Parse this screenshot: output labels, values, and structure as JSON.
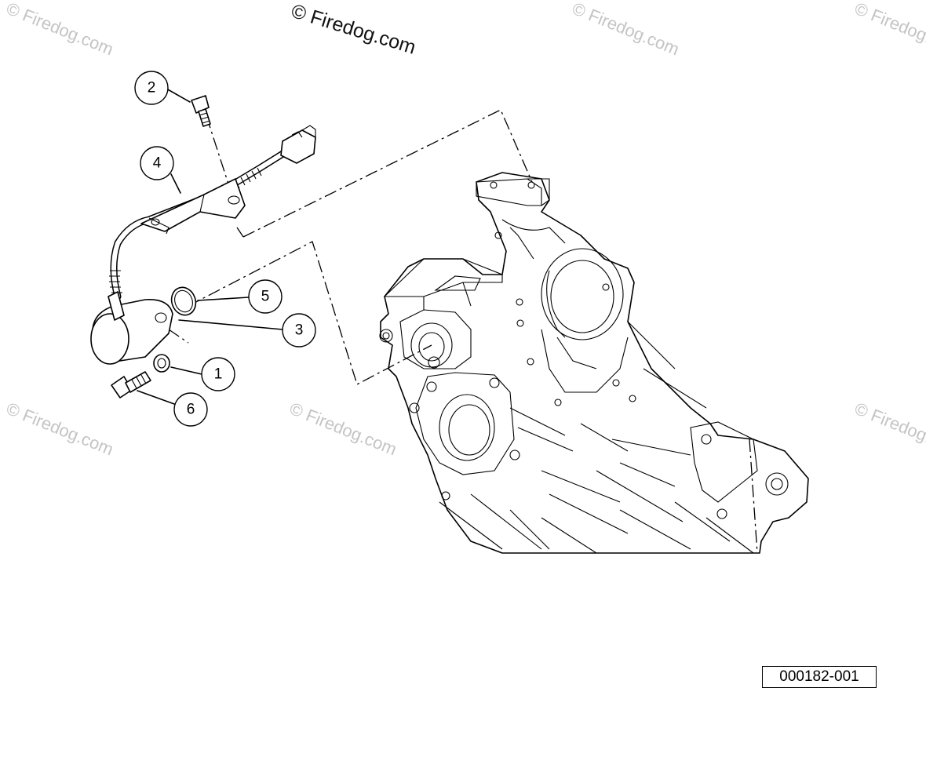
{
  "copyright": "© Firedog.com",
  "watermark": "© Firedog.com",
  "callouts": [
    {
      "num": "1"
    },
    {
      "num": "2"
    },
    {
      "num": "3"
    },
    {
      "num": "4"
    },
    {
      "num": "5"
    },
    {
      "num": "6"
    }
  ],
  "figure_id": "000182-001"
}
